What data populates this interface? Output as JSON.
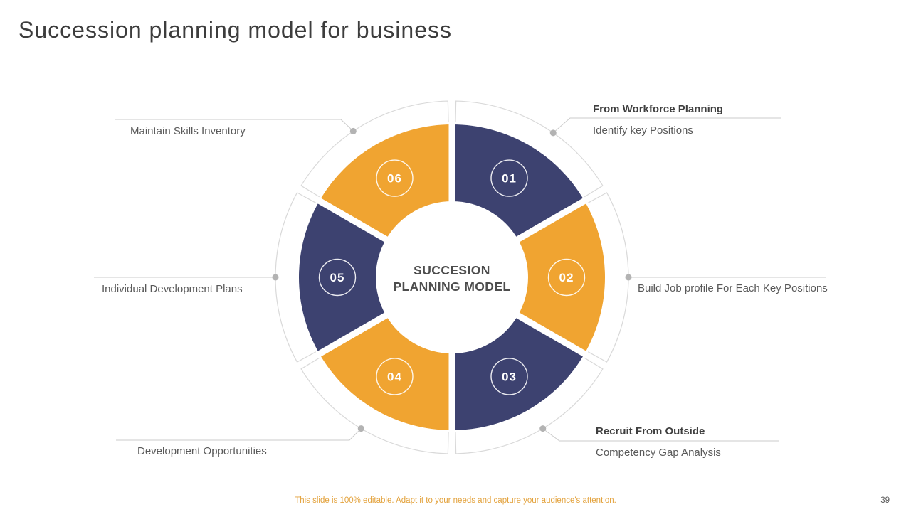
{
  "slide": {
    "title": "Succession planning model for business",
    "footer_note": "This slide is 100% editable. Adapt it to your needs and capture your audience's attention.",
    "page_number": "39"
  },
  "diagram": {
    "center_title": {
      "line1": "SUCCESION",
      "line2": "PLANNING MODEL"
    },
    "colors": {
      "navy": "#3d4270",
      "orange": "#f0a431",
      "ring": "#d9d9d9",
      "connector": "#cbcbcb",
      "dot": "#b3b3b3",
      "badge_text": "#ffffff"
    },
    "segments": [
      {
        "number": "01",
        "fill": "#3d4270",
        "angle": 60
      },
      {
        "number": "02",
        "fill": "#f0a431",
        "angle": 0
      },
      {
        "number": "03",
        "fill": "#3d4270",
        "angle": -60
      },
      {
        "number": "04",
        "fill": "#f0a431",
        "angle": -120
      },
      {
        "number": "05",
        "fill": "#3d4270",
        "angle": 180
      },
      {
        "number": "06",
        "fill": "#f0a431",
        "angle": 120
      }
    ],
    "callouts": [
      {
        "segment": "01",
        "heading": "From Workforce Planning",
        "text": "Identify key Positions"
      },
      {
        "segment": "02",
        "heading": "",
        "text": "Build Job profile For Each Key Positions"
      },
      {
        "segment": "03",
        "heading": "Recruit From Outside",
        "text": "Competency Gap Analysis"
      },
      {
        "segment": "04",
        "heading": "",
        "text": "Development Opportunities"
      },
      {
        "segment": "05",
        "heading": "",
        "text": "Individual Development Plans"
      },
      {
        "segment": "06",
        "heading": "",
        "text": "Maintain Skills Inventory"
      }
    ]
  }
}
